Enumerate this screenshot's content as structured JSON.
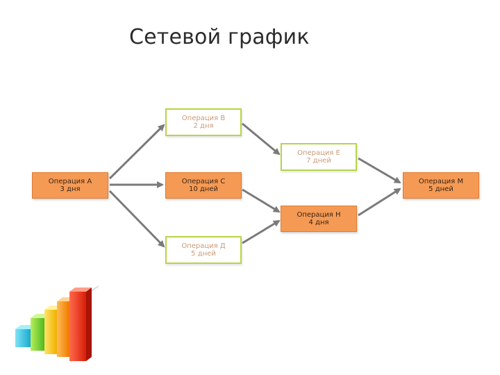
{
  "title": "Сетевой график",
  "nodes": {
    "a": {
      "name": "Операция А",
      "duration": "3 дня"
    },
    "b": {
      "name": "Операция В",
      "duration": "2 дня"
    },
    "c": {
      "name": "Операция С",
      "duration": "10 дней"
    },
    "d": {
      "name": "Операция Д",
      "duration": "5 дней"
    },
    "e": {
      "name": "Операция Е",
      "duration": "7 дней"
    },
    "h": {
      "name": "Операция Н",
      "duration": "4 дня"
    },
    "m": {
      "name": "Операция М",
      "duration": "5 дней"
    }
  },
  "colors": {
    "orange_node": "#f59a55",
    "green_border": "#b5d645",
    "arrow": "#7a7a7a"
  },
  "logo": {
    "icon": "bar-chart-icon"
  }
}
